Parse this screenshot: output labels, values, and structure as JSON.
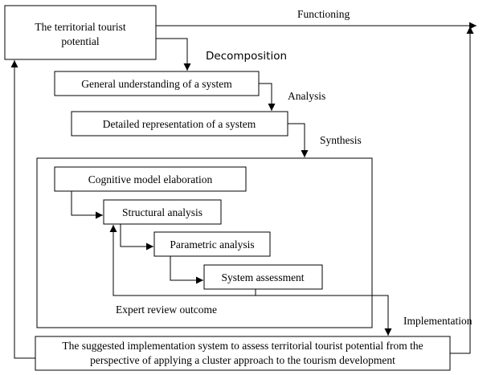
{
  "boxes": {
    "potential": [
      "The territorial tourist",
      "potential"
    ],
    "general": "General understanding of a system",
    "detailed": "Detailed representation of a system",
    "cognitive": "Cognitive model elaboration",
    "structural": "Structural analysis",
    "parametric": "Parametric analysis",
    "assessment": "System assessment",
    "suggested": [
      "The suggested implementation system to assess territorial tourist potential from the",
      "perspective of applying a cluster approach to the tourism development"
    ]
  },
  "labels": {
    "functioning": "Functioning",
    "decomposition": "Decomposition",
    "analysis": "Analysis",
    "synthesis": "Synthesis",
    "expert_review": "Expert review outcome",
    "implementation": "Implementation"
  }
}
